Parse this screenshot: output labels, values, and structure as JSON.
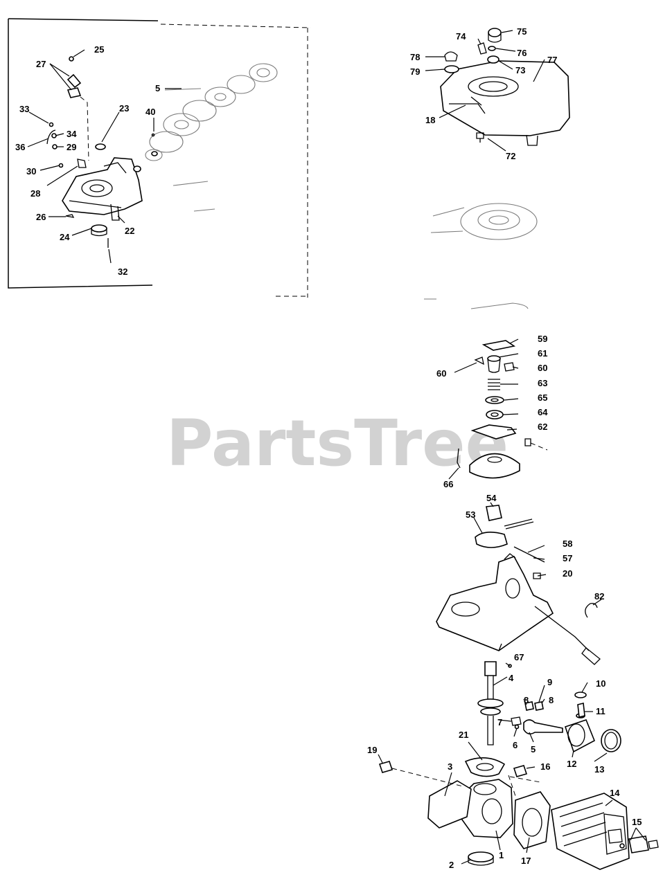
{
  "watermark": "PartsTree",
  "callouts": [
    {
      "id": "c25",
      "text": "25"
    },
    {
      "id": "c27",
      "text": "27"
    },
    {
      "id": "c33",
      "text": "33"
    },
    {
      "id": "c34",
      "text": "34"
    },
    {
      "id": "c36",
      "text": "36"
    },
    {
      "id": "c29",
      "text": "29"
    },
    {
      "id": "c30",
      "text": "30"
    },
    {
      "id": "c28",
      "text": "28"
    },
    {
      "id": "c23",
      "text": "23"
    },
    {
      "id": "c40",
      "text": "40"
    },
    {
      "id": "c5a",
      "text": "5"
    },
    {
      "id": "c26",
      "text": "26"
    },
    {
      "id": "c22",
      "text": "22"
    },
    {
      "id": "c24",
      "text": "24"
    },
    {
      "id": "c32",
      "text": "32"
    },
    {
      "id": "c74",
      "text": "74"
    },
    {
      "id": "c75",
      "text": "75"
    },
    {
      "id": "c76",
      "text": "76"
    },
    {
      "id": "c78",
      "text": "78"
    },
    {
      "id": "c73",
      "text": "73"
    },
    {
      "id": "c77",
      "text": "77"
    },
    {
      "id": "c79",
      "text": "79"
    },
    {
      "id": "c18",
      "text": "18"
    },
    {
      "id": "c72",
      "text": "72"
    },
    {
      "id": "c59",
      "text": "59"
    },
    {
      "id": "c61",
      "text": "61"
    },
    {
      "id": "c60a",
      "text": "60"
    },
    {
      "id": "c60b",
      "text": "60"
    },
    {
      "id": "c63",
      "text": "63"
    },
    {
      "id": "c65",
      "text": "65"
    },
    {
      "id": "c64",
      "text": "64"
    },
    {
      "id": "c62",
      "text": "62"
    },
    {
      "id": "c66",
      "text": "66"
    },
    {
      "id": "c54",
      "text": "54"
    },
    {
      "id": "c53",
      "text": "53"
    },
    {
      "id": "c58",
      "text": "58"
    },
    {
      "id": "c57",
      "text": "57"
    },
    {
      "id": "c20",
      "text": "20"
    },
    {
      "id": "c82",
      "text": "82"
    },
    {
      "id": "c67",
      "text": "67"
    },
    {
      "id": "c4",
      "text": "4"
    },
    {
      "id": "c9",
      "text": "9"
    },
    {
      "id": "c10",
      "text": "10"
    },
    {
      "id": "c8a",
      "text": "8"
    },
    {
      "id": "c8b",
      "text": "8"
    },
    {
      "id": "c11",
      "text": "11"
    },
    {
      "id": "c7",
      "text": "7"
    },
    {
      "id": "c6",
      "text": "6"
    },
    {
      "id": "c5b",
      "text": "5"
    },
    {
      "id": "c12",
      "text": "12"
    },
    {
      "id": "c13",
      "text": "13"
    },
    {
      "id": "c21",
      "text": "21"
    },
    {
      "id": "c19",
      "text": "19"
    },
    {
      "id": "c3",
      "text": "3"
    },
    {
      "id": "c16",
      "text": "16"
    },
    {
      "id": "c14",
      "text": "14"
    },
    {
      "id": "c15",
      "text": "15"
    },
    {
      "id": "c2",
      "text": "2"
    },
    {
      "id": "c1",
      "text": "1"
    },
    {
      "id": "c17",
      "text": "17"
    }
  ]
}
